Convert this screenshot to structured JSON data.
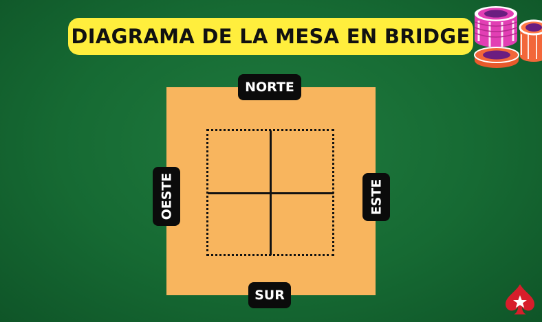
{
  "title": "DIAGRAMA DE LA MESA EN BRIDGE",
  "seats": {
    "north": "NORTE",
    "south": "SUR",
    "west": "OESTE",
    "east": "ESTE"
  },
  "colors": {
    "felt": "#176b34",
    "title_bg": "#ffee3d",
    "table": "#f8b55e",
    "label_bg": "#0b0b0b",
    "chip_pink": "#e23fb4",
    "chip_orange": "#f2673a",
    "logo_red": "#d71e2b"
  },
  "decorations": {
    "chips_icon": "poker-chip-stacks-icon",
    "logo_icon": "pokerstars-logo-icon"
  }
}
